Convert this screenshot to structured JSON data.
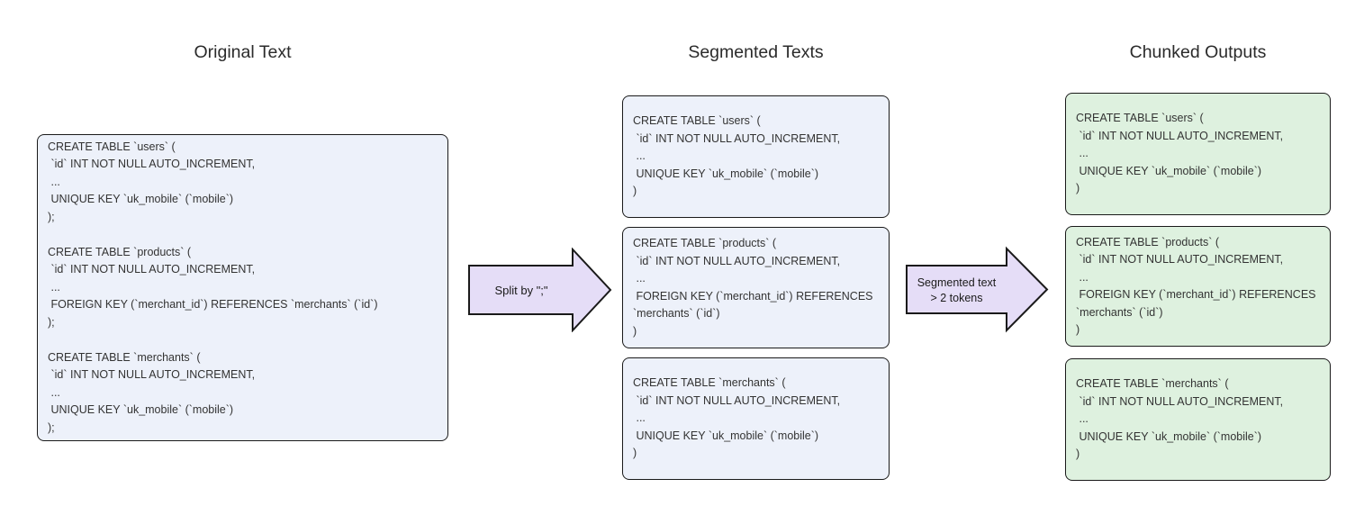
{
  "diagram": {
    "titles": {
      "original": "Original Text",
      "segmented": "Segmented Texts",
      "chunked": "Chunked Outputs"
    },
    "original_box": {
      "text": "CREATE TABLE `users` (\n `id` INT NOT NULL AUTO_INCREMENT,\n ...\n UNIQUE KEY `uk_mobile` (`mobile`)\n);\n\nCREATE TABLE `products` (\n `id` INT NOT NULL AUTO_INCREMENT,\n ...\n FOREIGN KEY (`merchant_id`) REFERENCES `merchants` (`id`)\n);\n\nCREATE TABLE `merchants` (\n `id` INT NOT NULL AUTO_INCREMENT,\n ...\n UNIQUE KEY `uk_mobile` (`mobile`)\n);"
    },
    "segmented_boxes": [
      {
        "text": "CREATE TABLE `users` (\n `id` INT NOT NULL AUTO_INCREMENT,\n ...\n UNIQUE KEY `uk_mobile` (`mobile`)\n)"
      },
      {
        "text": "CREATE TABLE `products` (\n `id` INT NOT NULL AUTO_INCREMENT,\n ...\n FOREIGN KEY (`merchant_id`) REFERENCES\n`merchants` (`id`)\n)"
      },
      {
        "text": "CREATE TABLE `merchants` (\n `id` INT NOT NULL AUTO_INCREMENT,\n ...\n UNIQUE KEY `uk_mobile` (`mobile`)\n)"
      }
    ],
    "chunked_boxes": [
      {
        "text": "CREATE TABLE `users` (\n `id` INT NOT NULL AUTO_INCREMENT,\n ...\n UNIQUE KEY `uk_mobile` (`mobile`)\n)"
      },
      {
        "text": "CREATE TABLE `products` (\n `id` INT NOT NULL AUTO_INCREMENT,\n ...\n FOREIGN KEY (`merchant_id`) REFERENCES\n`merchants` (`id`)\n)"
      },
      {
        "text": "CREATE TABLE `merchants` (\n `id` INT NOT NULL AUTO_INCREMENT,\n ...\n UNIQUE KEY `uk_mobile` (`mobile`)\n)"
      }
    ],
    "arrows": [
      {
        "label": "Split by \";\""
      },
      {
        "label_line1": "Segmented text",
        "label_line2": "> 2 tokens"
      }
    ],
    "colors": {
      "box_blue_fill": "#edf1fa",
      "box_green_fill": "#def1df",
      "arrow_fill": "#e5ddf7",
      "border": "#1a1a1a",
      "text": "#333333",
      "background": "#ffffff"
    }
  }
}
